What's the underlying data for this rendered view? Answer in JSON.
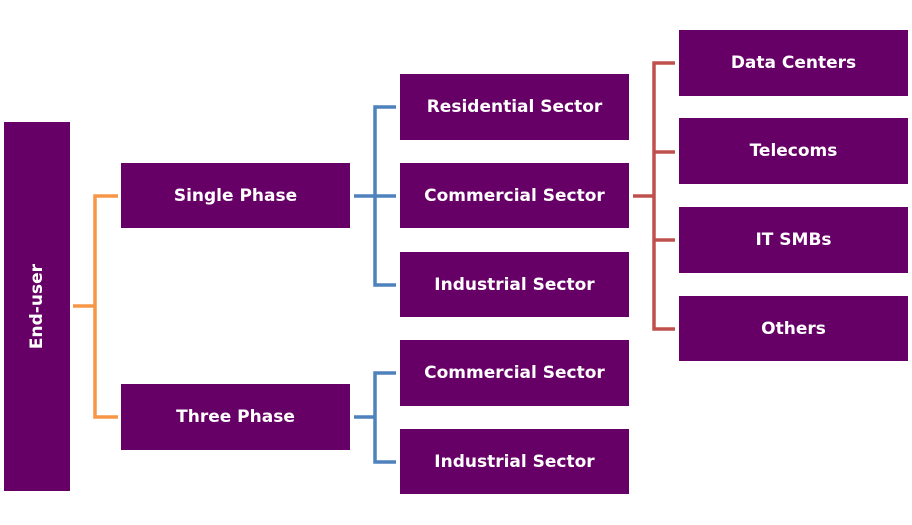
{
  "diagram": {
    "root": {
      "label": "End-user"
    },
    "level1": [
      {
        "label": "Single Phase"
      },
      {
        "label": "Three Phase"
      }
    ],
    "single_phase_children": [
      {
        "label": "Residential Sector"
      },
      {
        "label": "Commercial Sector"
      },
      {
        "label": "Industrial Sector"
      }
    ],
    "three_phase_children": [
      {
        "label": "Commercial Sector"
      },
      {
        "label": "Industrial Sector"
      }
    ],
    "commercial_children": [
      {
        "label": "Data Centers"
      },
      {
        "label": "Telecoms"
      },
      {
        "label": "IT SMBs"
      },
      {
        "label": "Others"
      }
    ],
    "colors": {
      "box_fill": "#660066",
      "box_text": "#ffffff",
      "connector_level1": "#f79646",
      "connector_level2": "#4f81bd",
      "connector_level3": "#c0504d"
    }
  }
}
